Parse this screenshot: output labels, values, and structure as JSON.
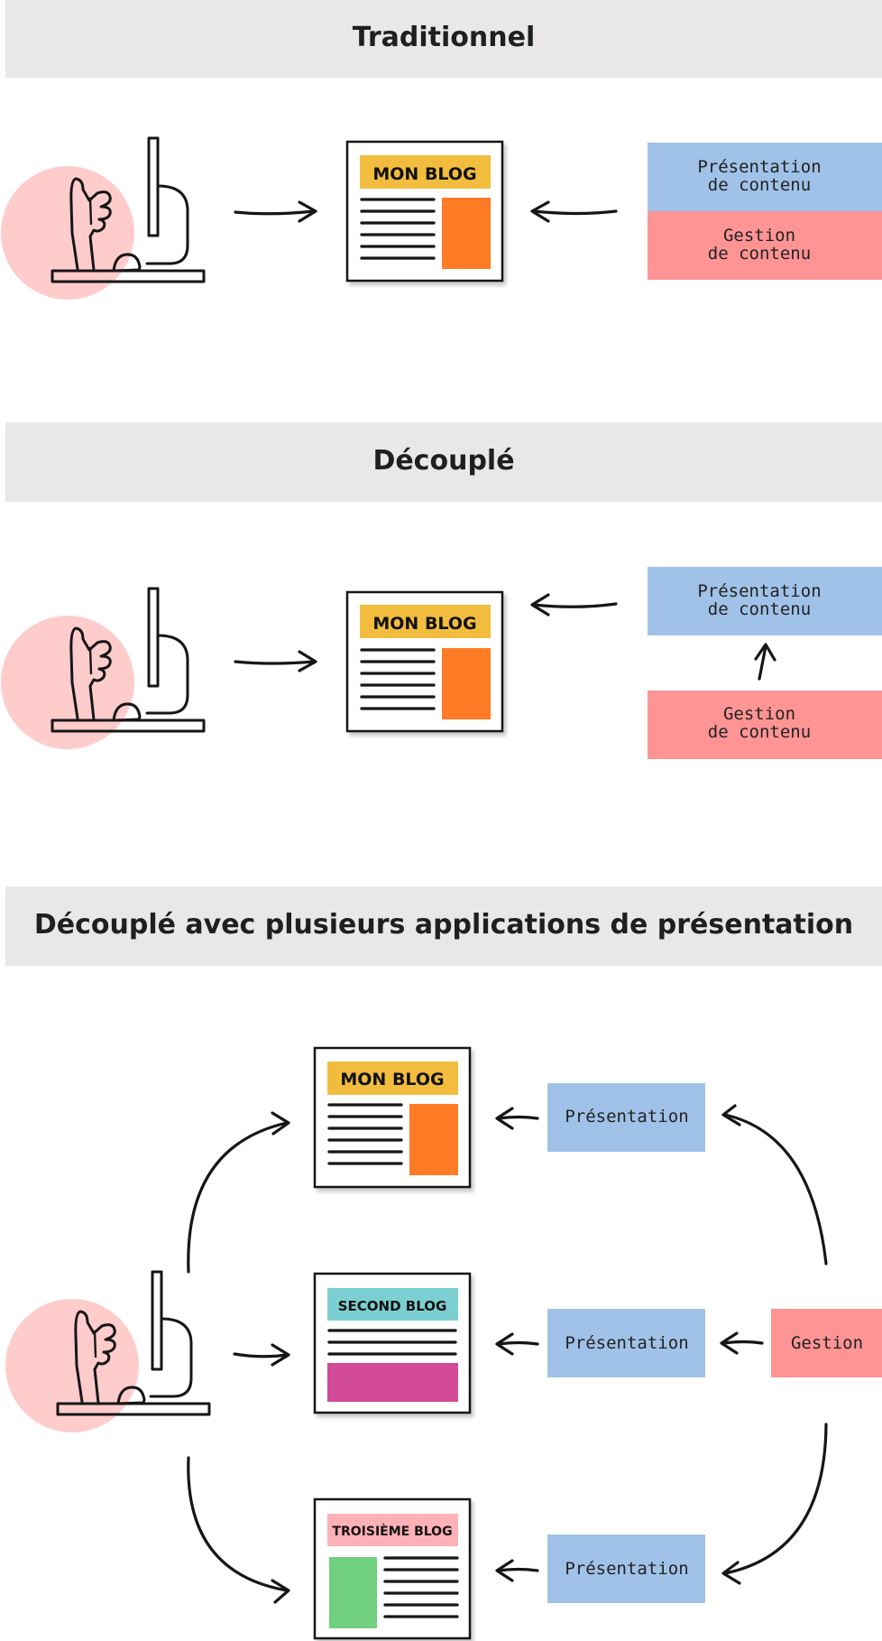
{
  "sections": [
    {
      "title": "Traditionnel",
      "blog": "MON BLOG",
      "presentation": "Présentation\nde contenu",
      "gestion": "Gestion\nde contenu"
    },
    {
      "title": "Découplé",
      "blog": "MON BLOG",
      "presentation": "Présentation\nde contenu",
      "gestion": "Gestion\nde contenu"
    },
    {
      "title": "Découplé avec plusieurs applications de présentation",
      "blogs": [
        "MON BLOG",
        "SECOND BLOG",
        "TROISIÈME BLOG"
      ],
      "presentations": [
        "Présentation",
        "Présentation",
        "Présentation"
      ],
      "gestion": "Gestion"
    }
  ],
  "colors": {
    "banner": "#e9e7e8",
    "presentation": "#a0c2e8",
    "gestion": "#ff9494",
    "blog_header_1": "#f2bd3f",
    "blog_header_2": "#7ccfd0",
    "blog_header_3": "#ffb1b7",
    "blog_orange": "#ff7b26",
    "blog_magenta": "#d24a98",
    "blog_green": "#70d07f",
    "user_circle": "#ffcccc"
  },
  "icons": [
    "user-computer-icon",
    "blog-page-icon",
    "arrow-icon"
  ]
}
